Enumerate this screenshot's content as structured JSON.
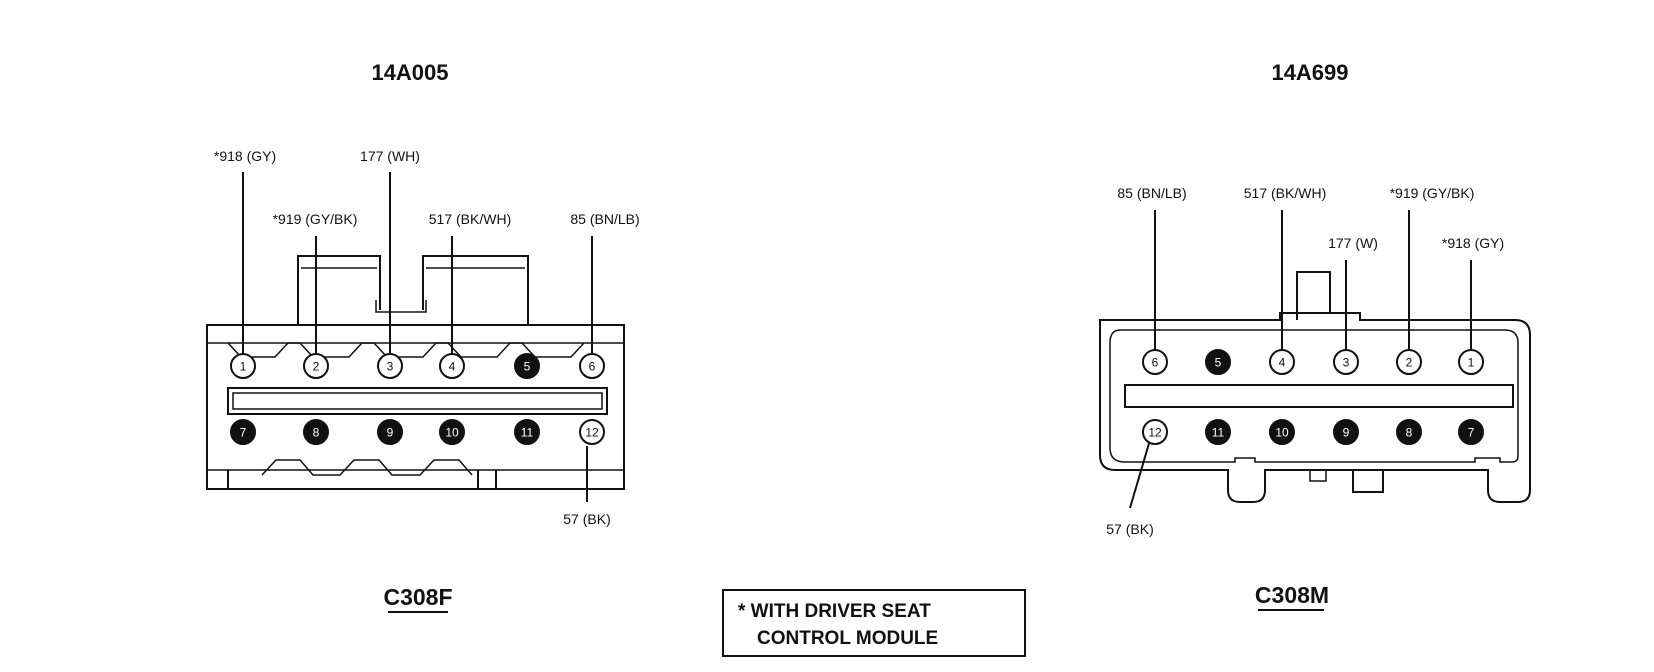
{
  "left": {
    "part_number": "14A005",
    "title": "C308F",
    "labels": {
      "p1": "*918 (GY)",
      "p2": "*919 (GY/BK)",
      "p3": "177 (WH)",
      "p4": "517 (BK/WH)",
      "p6": "85 (BN/LB)",
      "p12": "57 (BK)"
    },
    "pins": [
      {
        "num": "1",
        "filled": false
      },
      {
        "num": "2",
        "filled": false
      },
      {
        "num": "3",
        "filled": false
      },
      {
        "num": "4",
        "filled": false
      },
      {
        "num": "5",
        "filled": true
      },
      {
        "num": "6",
        "filled": false
      },
      {
        "num": "7",
        "filled": true
      },
      {
        "num": "8",
        "filled": true
      },
      {
        "num": "9",
        "filled": true
      },
      {
        "num": "10",
        "filled": true
      },
      {
        "num": "11",
        "filled": true
      },
      {
        "num": "12",
        "filled": false
      }
    ]
  },
  "right": {
    "part_number": "14A699",
    "title": "C308M",
    "labels": {
      "p6": "85 (BN/LB)",
      "p4": "517 (BK/WH)",
      "p2": "*919 (GY/BK)",
      "p3": "177 (W)",
      "p1": "*918 (GY)",
      "p12": "57 (BK)"
    },
    "pins": [
      {
        "num": "6",
        "filled": false
      },
      {
        "num": "5",
        "filled": true
      },
      {
        "num": "4",
        "filled": false
      },
      {
        "num": "3",
        "filled": false
      },
      {
        "num": "2",
        "filled": false
      },
      {
        "num": "1",
        "filled": false
      },
      {
        "num": "12",
        "filled": false
      },
      {
        "num": "11",
        "filled": true
      },
      {
        "num": "10",
        "filled": true
      },
      {
        "num": "9",
        "filled": true
      },
      {
        "num": "8",
        "filled": true
      },
      {
        "num": "7",
        "filled": true
      }
    ]
  },
  "note": {
    "line1": "* WITH DRIVER SEAT",
    "line2": "CONTROL MODULE"
  }
}
